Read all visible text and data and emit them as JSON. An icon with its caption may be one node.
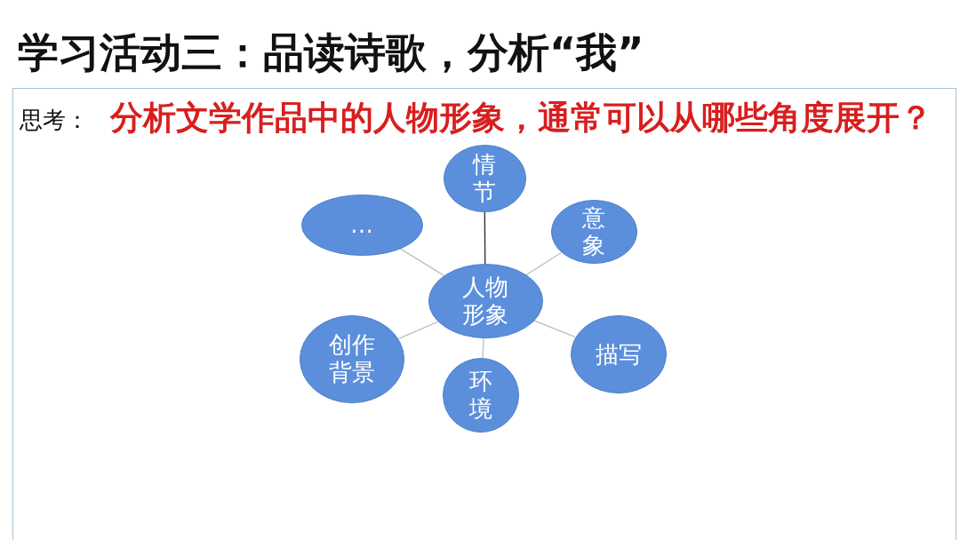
{
  "diagram": {
    "title": "学习活动三：品读诗歌，分析“我”",
    "nodes": [
      {
        "text": [
          "思考：",
          "分析文学作品中的人物形象，通常可以从哪些角度展开？"
        ]
      },
      {
        "text": [
          "情节"
        ],
        "in": 0
      },
      {
        "text": [
          "…"
        ],
        "in": 0
      },
      {
        "text": [
          "意象"
        ],
        "in": 0
      },
      {
        "text": [
          "人物形象"
        ],
        "in": 0
      },
      {
        "text": [
          "创作背景"
        ],
        "in": 0
      },
      {
        "text": [
          "描写"
        ],
        "in": 0
      },
      {
        "text": [
          "环境"
        ],
        "in": 0
      }
    ],
    "edges": [
      {
        "from": 4,
        "to": 1,
        "arrow": "none",
        "color": "#333333"
      },
      {
        "from": 4,
        "to": 3,
        "arrow": "none"
      },
      {
        "from": 4,
        "to": 6,
        "arrow": "none"
      },
      {
        "from": 4,
        "to": 7,
        "arrow": "none"
      },
      {
        "from": 4,
        "to": 5,
        "arrow": "none"
      },
      {
        "from": 4,
        "to": 2,
        "arrow": "none"
      }
    ]
  }
}
